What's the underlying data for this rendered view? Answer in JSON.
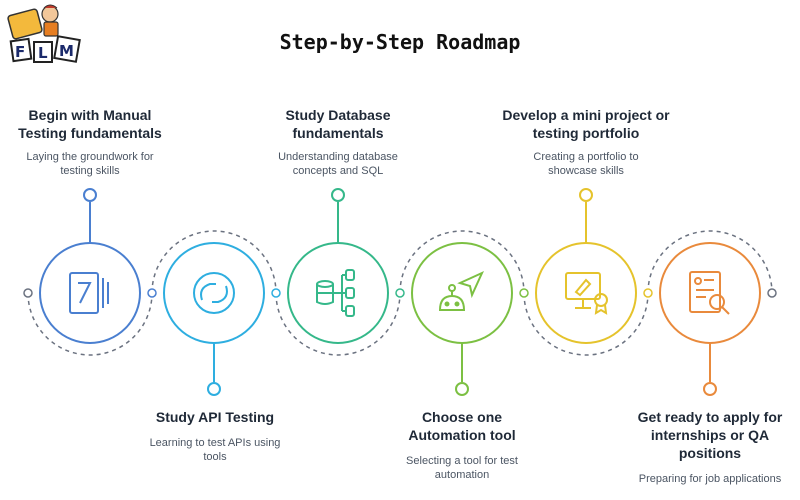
{
  "title": "Step-by-Step Roadmap",
  "logo": {
    "text_f": "F",
    "text_l": "L",
    "text_m": "M"
  },
  "steps": [
    {
      "heading": "Begin with Manual Testing fundamentals",
      "desc": "Laying the groundwork for testing skills",
      "color": "#4a7fd0",
      "icon": "document-icon"
    },
    {
      "heading": "Study API Testing",
      "desc": "Learning to test APIs using tools",
      "color": "#2eaee0",
      "icon": "api-link-icon"
    },
    {
      "heading": "Study Database fundamentals",
      "desc": "Understanding database concepts and SQL",
      "color": "#35b88a",
      "icon": "database-icon"
    },
    {
      "heading": "Choose one Automation tool",
      "desc": "Selecting a tool for test automation",
      "color": "#7cc043",
      "icon": "robot-cursor-icon"
    },
    {
      "heading": "Develop a mini project or testing portfolio",
      "desc": "Creating a portfolio to showcase skills",
      "color": "#e5c32c",
      "icon": "certificate-icon"
    },
    {
      "heading": "Get ready to apply for internships or QA positions",
      "desc": "Preparing for job applications",
      "color": "#e98a3c",
      "icon": "resume-search-icon"
    }
  ]
}
